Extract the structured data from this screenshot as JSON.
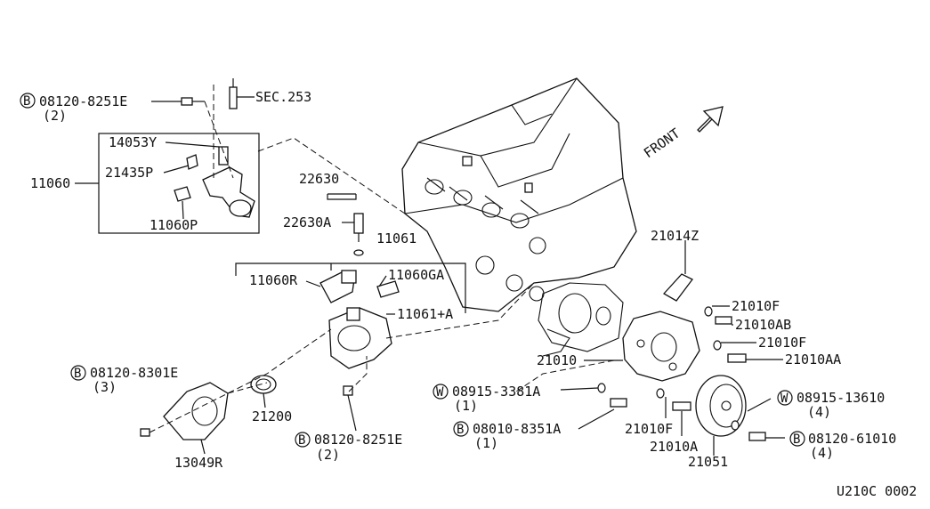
{
  "diagram_id": "U210C 0002",
  "front_label": "FRONT",
  "sec_label": "SEC.253",
  "badges": {
    "bolt": "B",
    "washer": "W"
  },
  "callouts": {
    "b_08120_8251E_top": "08120-8251E",
    "qty_top_bolt": "(2)",
    "p14053Y": "14053Y",
    "p11060": "11060",
    "p21435P": "21435P",
    "p11060P": "11060P",
    "p22630": "22630",
    "p22630A": "22630A",
    "p11061": "11061",
    "p11060R": "11060R",
    "p11060GA": "11060GA",
    "p11061A": "11061+A",
    "b_08120_8301E": "08120-8301E",
    "qty_8301E": "(3)",
    "p21200": "21200",
    "p13049R": "13049R",
    "b_08120_8251E_bot": "08120-8251E",
    "qty_8251E_bot": "(2)",
    "w_08915_3381A": "08915-3381A",
    "qty_3381A": "(1)",
    "b_08010_8351A": "08010-8351A",
    "qty_8351A": "(1)",
    "p21010": "21010",
    "p21014Z": "21014Z",
    "p21010F_a": "21010F",
    "p21010AB": "21010AB",
    "p21010F_b": "21010F",
    "p21010AA": "21010AA",
    "w_08915_13610": "08915-13610",
    "qty_13610": "(4)",
    "p21010F_c": "21010F",
    "p21010A": "21010A",
    "b_08120_61010": "08120-61010",
    "qty_61010": "(4)",
    "p21051": "21051"
  }
}
